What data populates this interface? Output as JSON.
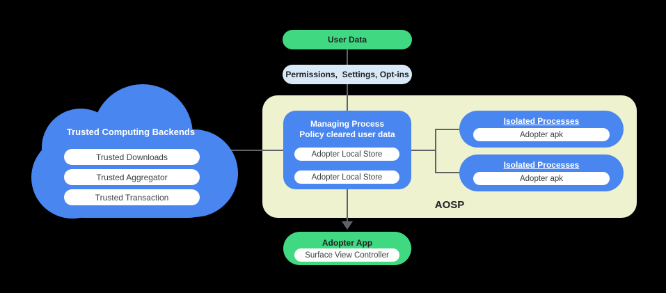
{
  "colors": {
    "background": "#000000",
    "blue": "#4a86ef",
    "green": "#40d982",
    "light-blue": "#d9e9f7",
    "pale-yellow": "#eef2cf",
    "white": "#ffffff",
    "line": "#5f6368",
    "dark-text": "#202124",
    "gray-text": "#3c4043"
  },
  "cloud": {
    "title": "Trusted Computing Backends",
    "services": [
      "Trusted Downloads",
      "Trusted Aggregator",
      "Trusted Transaction"
    ]
  },
  "flow": {
    "user_data": "User Data",
    "permissions": "Permissions,  Settings, Opt-ins"
  },
  "aosp": {
    "label": "AOSP",
    "managing_process": {
      "title_line1": "Managing Process",
      "title_line2": "Policy cleared user data",
      "stores": [
        "Adopter Local Store",
        "Adopter Local Store"
      ]
    },
    "isolated_processes": [
      {
        "title": "Isolated Processes",
        "item": "Adopter apk"
      },
      {
        "title": "Isolated Processes",
        "item": "Adopter apk"
      }
    ]
  },
  "adopter_app": {
    "title": "Adopter App",
    "item": "Surface View Controller"
  }
}
